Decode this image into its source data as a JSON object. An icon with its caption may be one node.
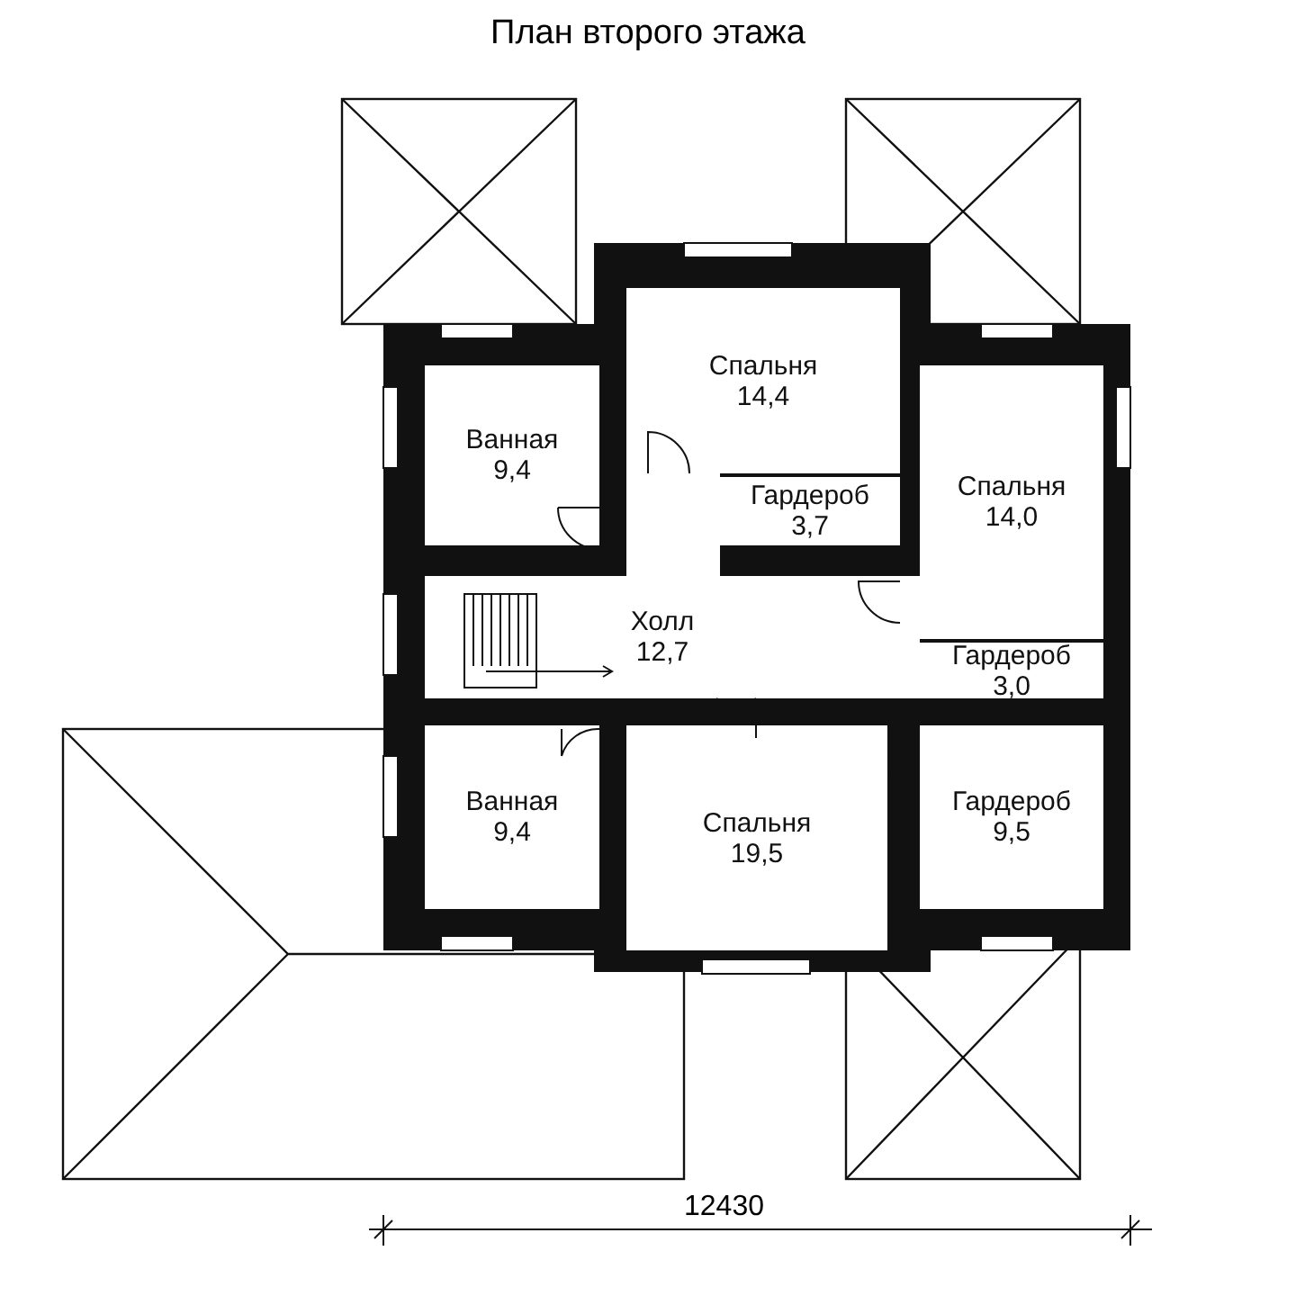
{
  "diagram": {
    "title": "План второго этажа",
    "nodes": [
      {
        "text": [
          "Спальня",
          "14,4"
        ]
      },
      {
        "text": [
          "Ванная",
          "9,4"
        ]
      },
      {
        "text": [
          "Гардероб",
          "3,7"
        ]
      },
      {
        "text": [
          "Спальня",
          "14,0"
        ]
      },
      {
        "text": [
          "Холл",
          "12,7"
        ]
      },
      {
        "text": [
          "Гардероб",
          "3,0"
        ]
      },
      {
        "text": [
          "Ванная",
          "9,4"
        ]
      },
      {
        "text": [
          "Спальня",
          "19,5"
        ]
      },
      {
        "text": [
          "Гардероб",
          "9,5"
        ]
      }
    ],
    "edges": [],
    "labels": [
      "12430"
    ]
  }
}
